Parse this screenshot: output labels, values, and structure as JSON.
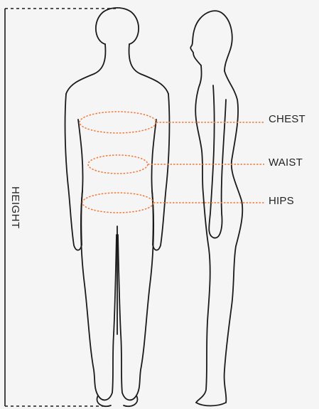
{
  "labels": {
    "chest": "CHEST",
    "waist": "WAIST",
    "hips": "HIPS",
    "height": "HEIGHT"
  },
  "colors": {
    "background": "#f5f5f5",
    "outline": "#1a1a1a",
    "measure": "#f07a3c"
  }
}
